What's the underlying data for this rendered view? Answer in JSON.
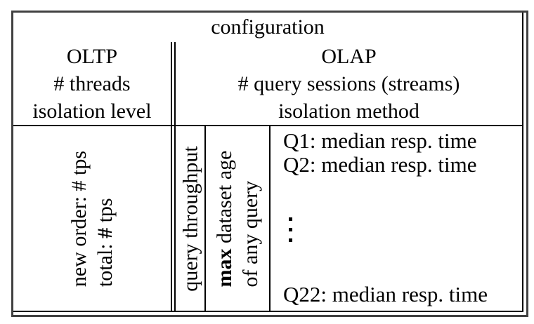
{
  "header": {
    "configuration": "configuration",
    "oltp": {
      "title": "OLTP",
      "threads": "# threads",
      "isolation": "isolation level"
    },
    "olap": {
      "title": "OLAP",
      "sessions": "# query sessions (streams)",
      "isolation": "isolation method"
    }
  },
  "body": {
    "oltp": {
      "line1": "new order: # tps",
      "line2_prefix": "total: ",
      "line2_bold": "#",
      "line2_suffix": " tps"
    },
    "olap": {
      "throughput": "query throughput",
      "age_bold": "max",
      "age_rest": " dataset age",
      "age_line2": "of any query",
      "q1": "Q1: median resp. time",
      "q2": "Q2: median resp. time",
      "ellipsis": "⋮",
      "q22": "Q22: median resp. time"
    }
  },
  "colors": {
    "frame": "#414141",
    "rule": "#000000",
    "text": "#000000",
    "background": "#ffffff"
  }
}
